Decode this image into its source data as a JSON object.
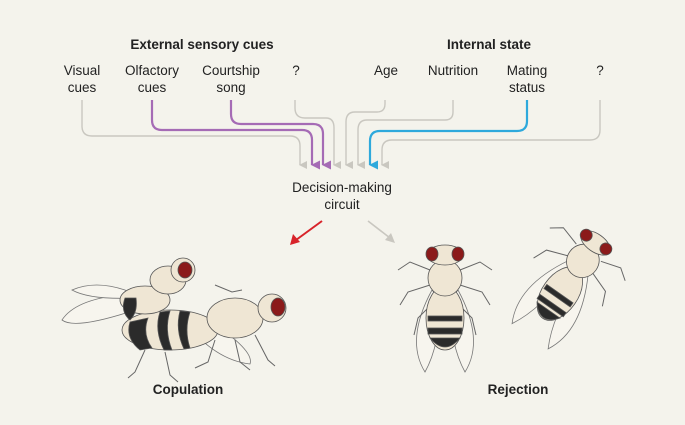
{
  "headers": {
    "external": "External sensory cues",
    "internal": "Internal state"
  },
  "inputs": [
    {
      "lines": [
        "Visual",
        "cues"
      ]
    },
    {
      "lines": [
        "Olfactory",
        "cues"
      ]
    },
    {
      "lines": [
        "Courtship",
        "song"
      ]
    },
    {
      "lines": [
        "?"
      ]
    },
    {
      "lines": [
        "Age"
      ]
    },
    {
      "lines": [
        "Nutrition"
      ]
    },
    {
      "lines": [
        "Mating",
        "status"
      ]
    },
    {
      "lines": [
        "?"
      ]
    }
  ],
  "node": {
    "lines": [
      "Decision-making",
      "circuit"
    ]
  },
  "outcomes": {
    "copulation": "Copulation",
    "rejection": "Rejection"
  },
  "colors": {
    "background": "#f4f3ec",
    "grey_arrow": "#c9c7c0",
    "purple_arrow": "#a56bb5",
    "blue_arrow": "#2ea9dc",
    "red_arrow": "#d8232a",
    "fly_body": "#efe6d4",
    "fly_eye": "#8b1a1a",
    "fly_stripe": "#2b2b2b"
  }
}
